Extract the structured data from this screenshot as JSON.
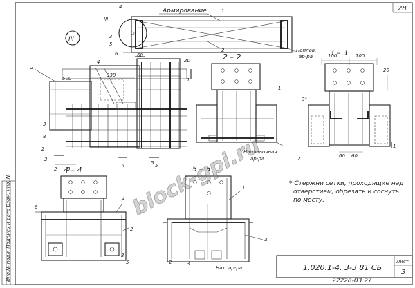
{
  "sheet": {
    "page_number": "28",
    "sheet_label": "Лист",
    "sheet_number": "3",
    "code": "1.020.1-4.   3-3  81 СБ",
    "footer_code": "22228-03 27"
  },
  "side_stamp": {
    "text": "Инв.№ подл.   Подпись и дата   Взам. инв. №"
  },
  "top_view": {
    "title": "Армирование",
    "leader_1": "1",
    "leader_2": "2",
    "tag_III": "III",
    "tag_4": "4",
    "tag_3": "3",
    "tag_5": "5",
    "tag_6": "6",
    "note_weld": "Наплав.\nар-ра",
    "note_weld_1": "Наплав.",
    "note_weld_2": "ар-ра"
  },
  "detail_III": {
    "label": "III",
    "leader_4": "4",
    "leader_3": "3",
    "dim_60": "60"
  },
  "main_view": {
    "leader_2a": "2",
    "leader_2b": "2",
    "leader_2c": "2",
    "leader_4": "4",
    "leader_5": "5",
    "leader_3": "3",
    "leader_8": "8",
    "leader_1": "1",
    "dim_500": "500",
    "dim_330": "330",
    "dim_20": "20",
    "sec_2": "2",
    "sec_3": "3",
    "sec_4": "4",
    "sec_5": "5"
  },
  "section_2_2": {
    "title": "2 – 2",
    "weld_note_1": "Наплавочная",
    "weld_note_2": "ар-ра",
    "leader_1": "1"
  },
  "section_3_3": {
    "title": "3 – 3",
    "dim_100a": "100",
    "dim_100b": "100",
    "dim_60a": "60",
    "dim_60b": "60",
    "dim_20": "20",
    "leader_3": "3*",
    "leader_2": "2",
    "leader_1": "1"
  },
  "section_4_4": {
    "title": "4 – 4",
    "leader_6": "6",
    "leader_4": "4",
    "leader_2": "2",
    "leader_5": "5",
    "leader_3": "3"
  },
  "section_5_5": {
    "title": "5 – 5",
    "leader_1": "1",
    "leader_2": "2",
    "leader_3": "3",
    "leader_4": "4",
    "weld_note": "Нат. ар-ра"
  },
  "note": {
    "line1": "* Стержни сетки, проходящие над",
    "line2": "отверстием, обрезать и согнуть",
    "line3": "по месту."
  },
  "watermark": "block-gpi.ru"
}
